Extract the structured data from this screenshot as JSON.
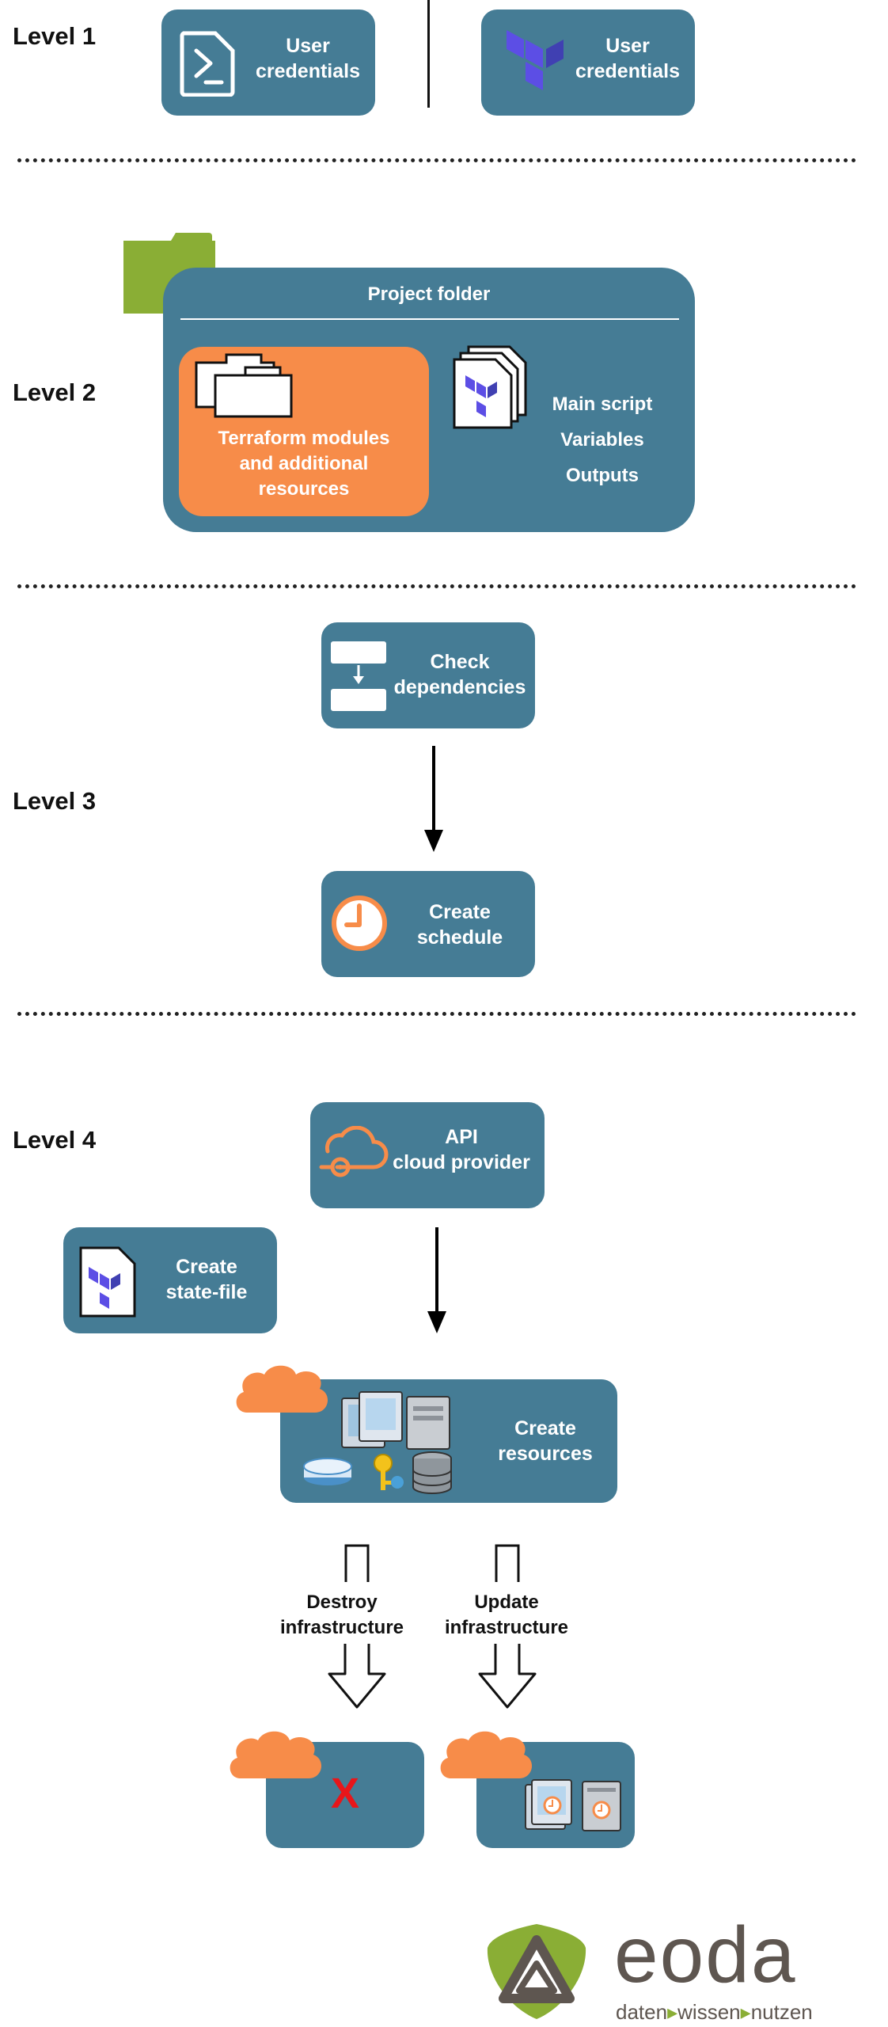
{
  "levels": {
    "level1": "Level 1",
    "level2": "Level 2",
    "level3": "Level 3",
    "level4": "Level 4"
  },
  "level1": {
    "shell_box": {
      "line1": "User",
      "line2": "credentials",
      "icon": "terminal-icon"
    },
    "terraform_box": {
      "line1": "User",
      "line2": "credentials",
      "icon": "terraform-logo-icon"
    }
  },
  "level2": {
    "project_title": "Project folder",
    "modules": {
      "line1": "Terraform modules",
      "line2": "and additional",
      "line3": "resources"
    },
    "files": {
      "item1": "Main script",
      "item2": "Variables",
      "item3": "Outputs"
    }
  },
  "level3": {
    "check": {
      "line1": "Check",
      "line2": "dependencies",
      "icon": "flowchart-icon"
    },
    "schedule": {
      "line1": "Create",
      "line2": "schedule",
      "icon": "clock-icon"
    }
  },
  "level4": {
    "api": {
      "line1": "API",
      "line2": "cloud provider",
      "icon": "cloud-api-icon"
    },
    "state": {
      "line1": "Create",
      "line2": "state-file",
      "icon": "terraform-file-icon"
    },
    "resources": {
      "line1": "Create",
      "line2": "resources"
    },
    "destroy": {
      "line1": "Destroy",
      "line2": "infrastructure"
    },
    "update": {
      "line1": "Update",
      "line2": "infrastructure"
    },
    "destroyed_mark": "X"
  },
  "logo": {
    "name": "eoda",
    "tag1": "daten",
    "tag2": "wissen",
    "tag3": "nutzen"
  },
  "colors": {
    "box": "#457c95",
    "orange": "#f78c49",
    "green": "#8aae35",
    "terraform": "#5c4ee5",
    "logo_brown": "#5e5650"
  }
}
